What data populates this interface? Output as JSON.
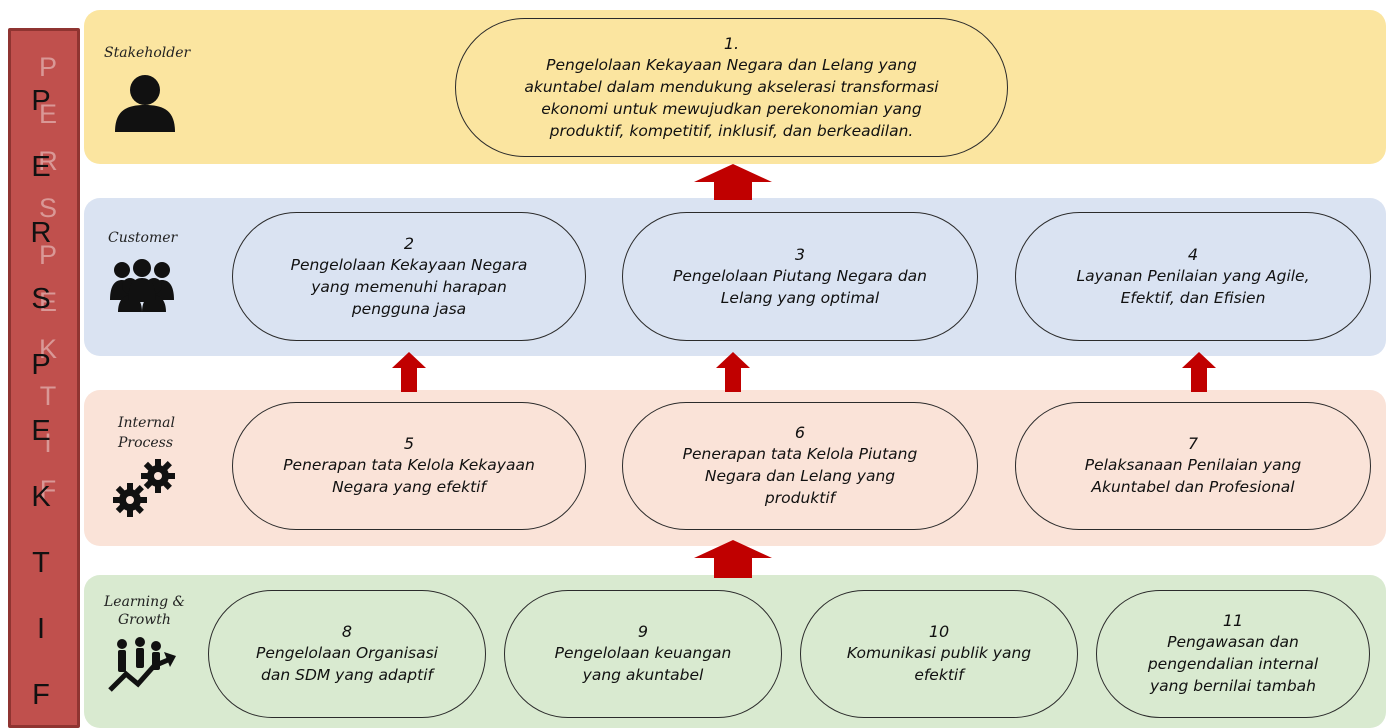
{
  "sidebar": {
    "letters": [
      "P",
      "E",
      "R",
      "S",
      "P",
      "E",
      "K",
      "T",
      "I",
      "F"
    ],
    "shadow_letters": [
      "P",
      "E",
      "R",
      "S",
      "P",
      "E",
      "K",
      "T",
      "I",
      "F"
    ]
  },
  "bands": {
    "stakeholder": {
      "label": "Stakeholder",
      "color": "#fbe5a0"
    },
    "customer": {
      "label": "Customer",
      "color": "#dae3f2"
    },
    "internal": {
      "label_line1": "Internal",
      "label_line2": "Process",
      "color": "#fae3d8"
    },
    "learning": {
      "label_line1": "Learning &",
      "label_line2": "Growth",
      "color": "#d9ead0"
    }
  },
  "objectives": {
    "o1": {
      "num": "1.",
      "lines": [
        "Pengelolaan Kekayaan Negara dan Lelang yang",
        "akuntabel dalam mendukung akselerasi transformasi",
        "ekonomi untuk mewujudkan perekonomian yang",
        "produktif, kompetitif, inklusif, dan berkeadilan."
      ]
    },
    "o2": {
      "num": "2",
      "lines": [
        "Pengelolaan Kekayaan Negara",
        "yang memenuhi harapan",
        "pengguna jasa"
      ]
    },
    "o3": {
      "num": "3",
      "lines": [
        "Pengelolaan Piutang Negara dan",
        "Lelang yang optimal"
      ]
    },
    "o4": {
      "num": "4",
      "lines": [
        "Layanan Penilaian yang Agile,",
        "Efektif, dan Efisien"
      ]
    },
    "o5": {
      "num": "5",
      "lines": [
        "Penerapan tata Kelola Kekayaan",
        "Negara yang efektif"
      ]
    },
    "o6": {
      "num": "6",
      "lines": [
        "Penerapan tata Kelola Piutang",
        "Negara dan Lelang yang",
        "produktif"
      ]
    },
    "o7": {
      "num": "7",
      "lines": [
        "Pelaksanaan Penilaian yang",
        "Akuntabel dan Profesional"
      ]
    },
    "o8": {
      "num": "8",
      "lines": [
        "Pengelolaan Organisasi",
        "dan SDM yang adaptif"
      ]
    },
    "o9": {
      "num": "9",
      "lines": [
        "Pengelolaan keuangan",
        "yang akuntabel"
      ]
    },
    "o10": {
      "num": "10",
      "lines": [
        "Komunikasi publik yang",
        "efektif"
      ]
    },
    "o11": {
      "num": "11",
      "lines": [
        "Pengawasan dan",
        "pengendalian internal",
        "yang bernilai tambah"
      ]
    }
  },
  "colors": {
    "arrow": "#c00000",
    "sidebar": "#c0504d",
    "oval_border": "#2b2b2b"
  },
  "icons": {
    "stakeholder": "person-icon",
    "customer": "group-icon",
    "internal": "gears-icon",
    "learning": "growth-icon"
  }
}
